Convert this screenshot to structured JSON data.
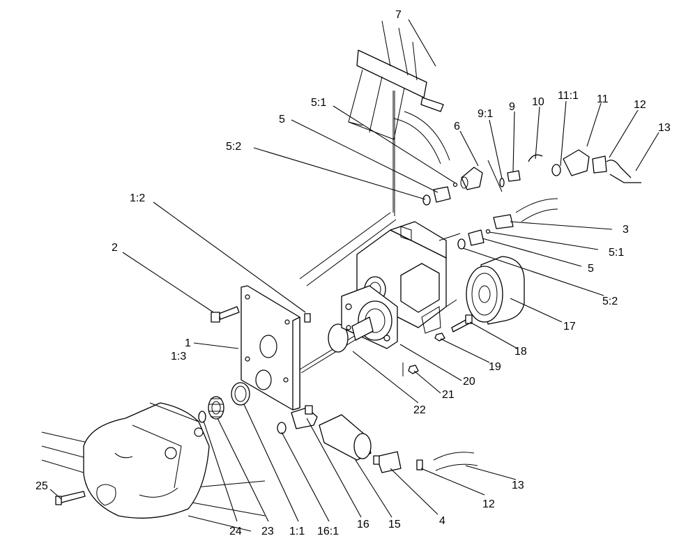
{
  "callouts": [
    {
      "id": "7",
      "text": "7"
    },
    {
      "id": "5-1-top",
      "text": "5:1"
    },
    {
      "id": "5-top",
      "text": "5"
    },
    {
      "id": "5-2-top",
      "text": "5:2"
    },
    {
      "id": "6",
      "text": "6"
    },
    {
      "id": "9-1",
      "text": "9:1"
    },
    {
      "id": "9",
      "text": "9"
    },
    {
      "id": "10",
      "text": "10"
    },
    {
      "id": "11-1",
      "text": "11:1"
    },
    {
      "id": "11",
      "text": "11"
    },
    {
      "id": "12-top",
      "text": "12"
    },
    {
      "id": "13-top",
      "text": "13"
    },
    {
      "id": "1-2",
      "text": "1:2"
    },
    {
      "id": "2",
      "text": "2"
    },
    {
      "id": "3",
      "text": "3"
    },
    {
      "id": "5-1-right",
      "text": "5:1"
    },
    {
      "id": "5-right",
      "text": "5"
    },
    {
      "id": "5-2-right",
      "text": "5:2"
    },
    {
      "id": "17",
      "text": "17"
    },
    {
      "id": "18",
      "text": "18"
    },
    {
      "id": "19",
      "text": "19"
    },
    {
      "id": "20",
      "text": "20"
    },
    {
      "id": "21",
      "text": "21"
    },
    {
      "id": "22",
      "text": "22"
    },
    {
      "id": "1",
      "text": "1"
    },
    {
      "id": "1-3",
      "text": "1:3"
    },
    {
      "id": "25",
      "text": "25"
    },
    {
      "id": "24",
      "text": "24"
    },
    {
      "id": "23",
      "text": "23"
    },
    {
      "id": "1-1",
      "text": "1:1"
    },
    {
      "id": "16-1",
      "text": "16:1"
    },
    {
      "id": "16",
      "text": "16"
    },
    {
      "id": "15",
      "text": "15"
    },
    {
      "id": "4",
      "text": "4"
    },
    {
      "id": "12-bottom",
      "text": "12"
    },
    {
      "id": "13-bottom",
      "text": "13"
    }
  ]
}
